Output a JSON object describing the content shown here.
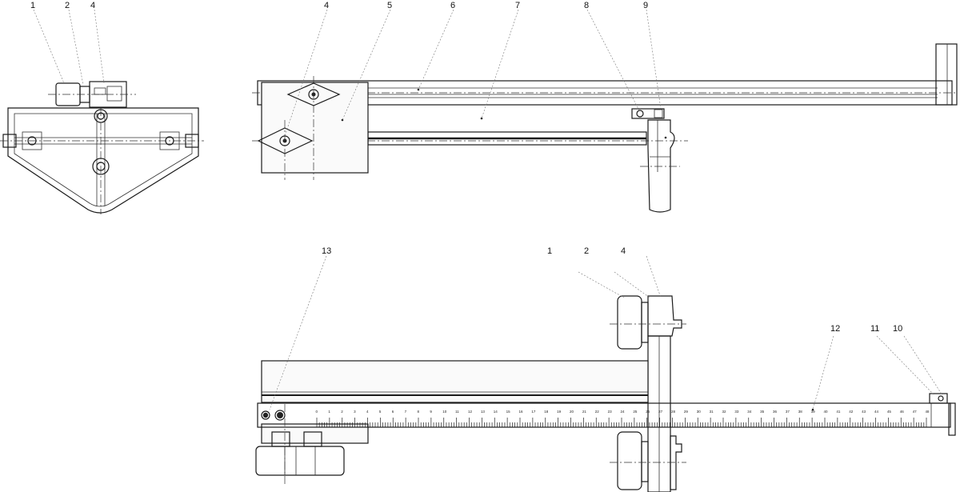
{
  "callouts": {
    "side_view": [
      {
        "id": "c1",
        "label": "1"
      },
      {
        "id": "c2",
        "label": "2"
      },
      {
        "id": "c4",
        "label": "4"
      }
    ],
    "top_view": [
      {
        "id": "c4",
        "label": "4"
      },
      {
        "id": "c5",
        "label": "5"
      },
      {
        "id": "c6",
        "label": "6"
      },
      {
        "id": "c7",
        "label": "7"
      },
      {
        "id": "c8",
        "label": "8"
      },
      {
        "id": "c9",
        "label": "9"
      }
    ],
    "front_view": [
      {
        "id": "c13",
        "label": "13"
      },
      {
        "id": "c1",
        "label": "1"
      },
      {
        "id": "c2",
        "label": "2"
      },
      {
        "id": "c4",
        "label": "4"
      },
      {
        "id": "c12",
        "label": "12"
      },
      {
        "id": "c11",
        "label": "11"
      },
      {
        "id": "c10",
        "label": "10"
      }
    ]
  },
  "scale": {
    "min": 0,
    "max": 48,
    "major_step": 1,
    "minor_divisions": 5
  }
}
